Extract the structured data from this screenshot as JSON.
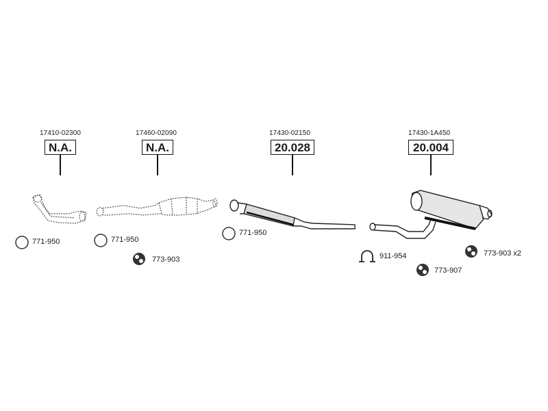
{
  "parts": [
    {
      "oem": "17410-02300",
      "ref": "N.A."
    },
    {
      "oem": "17460-02090",
      "ref": "N.A."
    },
    {
      "oem": "17430-02150",
      "ref": "20.028"
    },
    {
      "oem": "17430-1A450",
      "ref": "20.004"
    }
  ],
  "accessories": [
    {
      "icon": "gasket-ring-icon",
      "code": "771-950"
    },
    {
      "icon": "gasket-ring-icon",
      "code": "771-950"
    },
    {
      "icon": "rubber-mount-icon",
      "code": "773-903"
    },
    {
      "icon": "gasket-ring-icon",
      "code": "771-950"
    },
    {
      "icon": "clamp-icon",
      "code": "911-954"
    },
    {
      "icon": "rubber-mount-icon",
      "code": "773-903 x2"
    },
    {
      "icon": "rubber-mount-icon",
      "code": "773-907"
    }
  ]
}
